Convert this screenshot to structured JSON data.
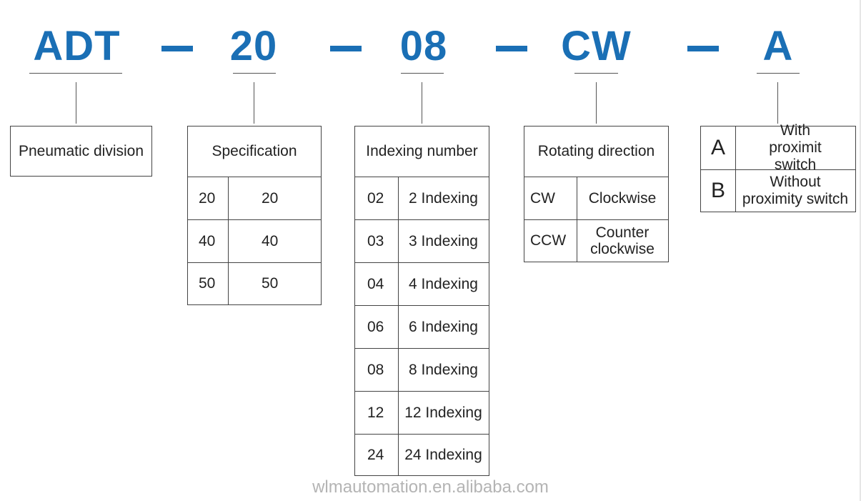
{
  "model_code": {
    "parts": [
      "ADT",
      "20",
      "08",
      "CW",
      "A"
    ],
    "separator": "—",
    "color": "#1a6fb5"
  },
  "pneumatic": {
    "header": "Pneumatic division"
  },
  "specification": {
    "header": "Specification",
    "rows": [
      {
        "code": "20",
        "value": "20"
      },
      {
        "code": "40",
        "value": "40"
      },
      {
        "code": "50",
        "value": "50"
      }
    ]
  },
  "indexing": {
    "header": "Indexing number",
    "rows": [
      {
        "code": "02",
        "value": "2 Indexing"
      },
      {
        "code": "03",
        "value": "3 Indexing"
      },
      {
        "code": "04",
        "value": "4 Indexing"
      },
      {
        "code": "06",
        "value": "6 Indexing"
      },
      {
        "code": "08",
        "value": "8 Indexing"
      },
      {
        "code": "12",
        "value": "12 Indexing"
      },
      {
        "code": "24",
        "value": "24 Indexing"
      }
    ]
  },
  "rotation": {
    "header": "Rotating direction",
    "rows": [
      {
        "code": "CW",
        "value": "Clockwise"
      },
      {
        "code": "CCW",
        "value": "Counter clockwise"
      }
    ]
  },
  "switch": {
    "rows": [
      {
        "code": "A",
        "value": "With proximit switch"
      },
      {
        "code": "B",
        "value": "Without proximity switch"
      }
    ]
  },
  "watermark": "wlmautomation.en.alibaba.com"
}
